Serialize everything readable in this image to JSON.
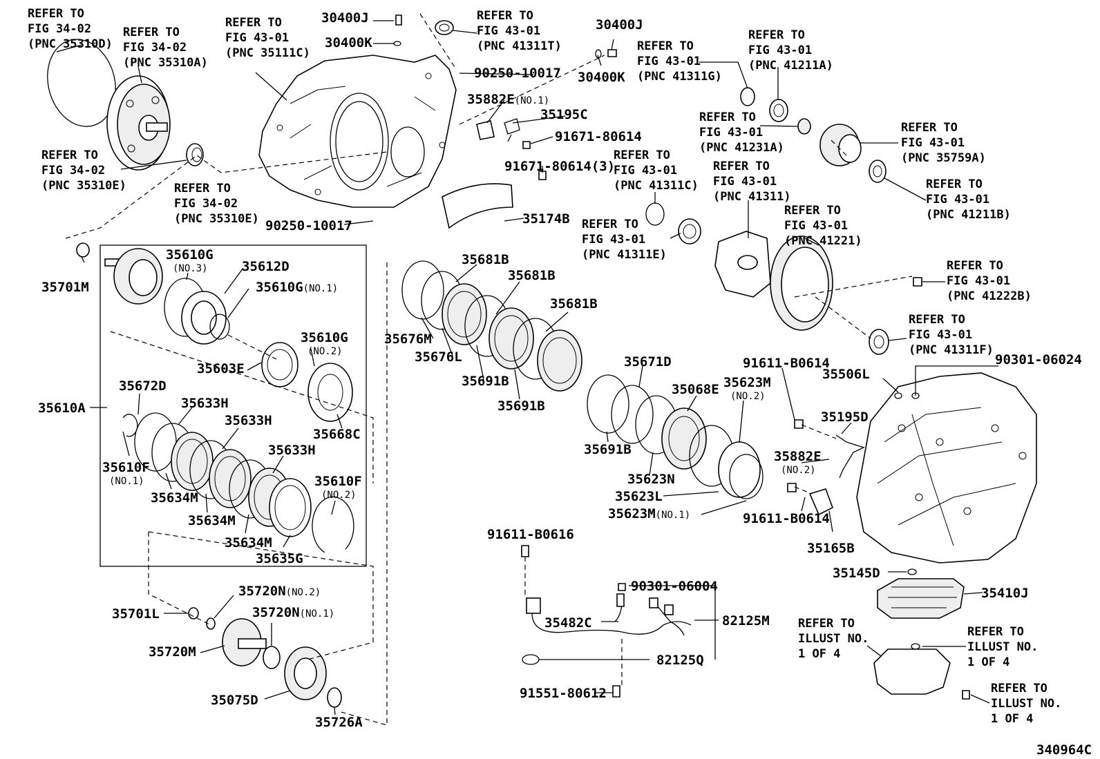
{
  "diagram_code": "340964C",
  "refs": [
    {
      "id": "r1",
      "lines": [
        "REFER TO",
        "FIG 34-02",
        "(PNC 35310D)"
      ]
    },
    {
      "id": "r2",
      "lines": [
        "REFER TO",
        "FIG 34-02",
        "(PNC 35310A)"
      ]
    },
    {
      "id": "r3",
      "lines": [
        "REFER TO",
        "FIG 34-02",
        "(PNC 35310E)"
      ]
    },
    {
      "id": "r4",
      "lines": [
        "REFER TO",
        "FIG 34-02",
        "(PNC 35310E)"
      ]
    },
    {
      "id": "r5",
      "lines": [
        "REFER TO",
        "FIG 43-01",
        "(PNC 35111C)"
      ]
    },
    {
      "id": "r6",
      "lines": [
        "REFER TO",
        "FIG 43-01",
        "(PNC 41311T)"
      ]
    },
    {
      "id": "r7",
      "lines": [
        "REFER TO",
        "FIG 43-01",
        "(PNC 41311G)"
      ]
    },
    {
      "id": "r8",
      "lines": [
        "REFER TO",
        "FIG 43-01",
        "(PNC 41211A)"
      ]
    },
    {
      "id": "r9",
      "lines": [
        "REFER TO",
        "FIG 43-01",
        "(PNC 41231A)"
      ]
    },
    {
      "id": "r10",
      "lines": [
        "REFER TO",
        "FIG 43-01",
        "(PNC 35759A)"
      ]
    },
    {
      "id": "r11",
      "lines": [
        "REFER TO",
        "FIG 43-01",
        "(PNC 41211B)"
      ]
    },
    {
      "id": "r12",
      "lines": [
        "REFER TO",
        "FIG 43-01",
        "(PNC 41311C)"
      ]
    },
    {
      "id": "r13",
      "lines": [
        "REFER TO",
        "FIG 43-01",
        "(PNC 41311)"
      ]
    },
    {
      "id": "r14",
      "lines": [
        "REFER TO",
        "FIG 43-01",
        "(PNC 41221)"
      ]
    },
    {
      "id": "r15",
      "lines": [
        "REFER TO",
        "FIG 43-01",
        "(PNC 41311E)"
      ]
    },
    {
      "id": "r16",
      "lines": [
        "REFER TO",
        "FIG 43-01",
        "(PNC 41222B)"
      ]
    },
    {
      "id": "r17",
      "lines": [
        "REFER TO",
        "FIG 43-01",
        "(PNC 41311F)"
      ]
    },
    {
      "id": "r18",
      "lines": [
        "REFER TO",
        "ILLUST NO.",
        "1 OF 4"
      ]
    },
    {
      "id": "r19",
      "lines": [
        "REFER TO",
        "ILLUST NO.",
        "1 OF 4"
      ]
    },
    {
      "id": "r20",
      "lines": [
        "REFER TO",
        "ILLUST NO.",
        "1 OF 4"
      ]
    }
  ],
  "parts": [
    {
      "id": "p30400J_a",
      "text": "30400J"
    },
    {
      "id": "p30400K_a",
      "text": "30400K"
    },
    {
      "id": "p30400J_b",
      "text": "30400J"
    },
    {
      "id": "p30400K_b",
      "text": "30400K"
    },
    {
      "id": "p90250_a",
      "text": "90250-10017"
    },
    {
      "id": "p90250_b",
      "text": "90250-10017"
    },
    {
      "id": "p35882E_1",
      "text": "35882E",
      "note": "(NO.1)"
    },
    {
      "id": "p35195C",
      "text": "35195C"
    },
    {
      "id": "p91671_a",
      "text": "91671-80614"
    },
    {
      "id": "p91671_b",
      "text": "91671-80614(3)"
    },
    {
      "id": "p35174B",
      "text": "35174B"
    },
    {
      "id": "p35701M",
      "text": "35701M"
    },
    {
      "id": "p35610G_3",
      "text": "35610G",
      "note": "(NO.3)"
    },
    {
      "id": "p35612D",
      "text": "35612D"
    },
    {
      "id": "p35610G_1",
      "text": "35610G",
      "note": "(NO.1)"
    },
    {
      "id": "p35610G_2",
      "text": "35610G",
      "note": "(NO.2)"
    },
    {
      "id": "p35603E",
      "text": "35603E"
    },
    {
      "id": "p35668C",
      "text": "35668C"
    },
    {
      "id": "p35610A",
      "text": "35610A"
    },
    {
      "id": "p35672D",
      "text": "35672D"
    },
    {
      "id": "p35633H_a",
      "text": "35633H"
    },
    {
      "id": "p35633H_b",
      "text": "35633H"
    },
    {
      "id": "p35633H_c",
      "text": "35633H"
    },
    {
      "id": "p35610F_1",
      "text": "35610F",
      "note": "(NO.1)"
    },
    {
      "id": "p35610F_2",
      "text": "35610F",
      "note": "(NO.2)"
    },
    {
      "id": "p35634M_a",
      "text": "35634M"
    },
    {
      "id": "p35634M_b",
      "text": "35634M"
    },
    {
      "id": "p35634M_c",
      "text": "35634M"
    },
    {
      "id": "p35635G",
      "text": "35635G"
    },
    {
      "id": "p35720N_2",
      "text": "35720N",
      "note": "(NO.2)"
    },
    {
      "id": "p35720N_1",
      "text": "35720N",
      "note": "(NO.1)"
    },
    {
      "id": "p35701L",
      "text": "35701L"
    },
    {
      "id": "p35720M",
      "text": "35720M"
    },
    {
      "id": "p35075D",
      "text": "35075D"
    },
    {
      "id": "p35726A",
      "text": "35726A"
    },
    {
      "id": "p35681B_a",
      "text": "35681B"
    },
    {
      "id": "p35681B_b",
      "text": "35681B"
    },
    {
      "id": "p35681B_c",
      "text": "35681B"
    },
    {
      "id": "p35676M",
      "text": "35676M"
    },
    {
      "id": "p35676L",
      "text": "35676L"
    },
    {
      "id": "p35691B_a",
      "text": "35691B"
    },
    {
      "id": "p35691B_b",
      "text": "35691B"
    },
    {
      "id": "p35691B_c",
      "text": "35691B"
    },
    {
      "id": "p35671D",
      "text": "35671D"
    },
    {
      "id": "p35068E",
      "text": "35068E"
    },
    {
      "id": "p35623M_2",
      "text": "35623M",
      "note": "(NO.2)"
    },
    {
      "id": "p35623N",
      "text": "35623N"
    },
    {
      "id": "p35623L",
      "text": "35623L"
    },
    {
      "id": "p35623M_1",
      "text": "35623M",
      "note": "(NO.1)"
    },
    {
      "id": "p91611_a",
      "text": "91611-B0614"
    },
    {
      "id": "p90301_a",
      "text": "90301-06024"
    },
    {
      "id": "p35506L",
      "text": "35506L"
    },
    {
      "id": "p35195D",
      "text": "35195D"
    },
    {
      "id": "p35882E_2",
      "text": "35882E",
      "note": "(NO.2)"
    },
    {
      "id": "p91611_b",
      "text": "91611-B0614"
    },
    {
      "id": "p35165B",
      "text": "35165B"
    },
    {
      "id": "p35145D",
      "text": "35145D"
    },
    {
      "id": "p35410J",
      "text": "35410J"
    },
    {
      "id": "p91611_c",
      "text": "91611-B0616"
    },
    {
      "id": "p90301_b",
      "text": "90301-06004"
    },
    {
      "id": "p35482C",
      "text": "35482C"
    },
    {
      "id": "p82125M",
      "text": "82125M"
    },
    {
      "id": "p82125Q",
      "text": "82125Q"
    },
    {
      "id": "p91551",
      "text": "91551-80612"
    }
  ]
}
